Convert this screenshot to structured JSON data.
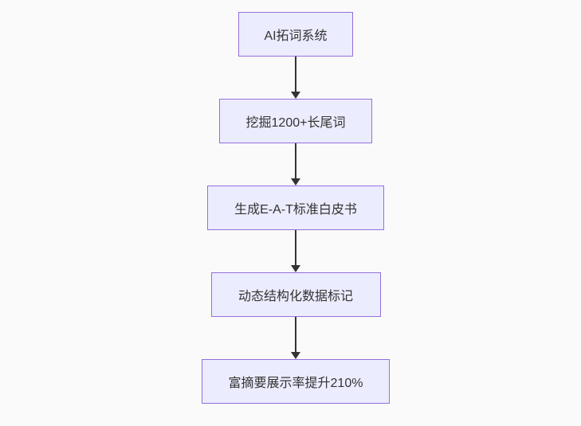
{
  "diagram": {
    "type": "flowchart",
    "direction": "top-down",
    "nodes": [
      {
        "label": "AI拓词系统"
      },
      {
        "label": "挖掘1200+长尾词"
      },
      {
        "label": "生成E-A-T标准白皮书"
      },
      {
        "label": "动态结构化数据标记"
      },
      {
        "label": "富摘要展示率提升210%"
      }
    ],
    "edges": [
      {
        "from": 0,
        "to": 1,
        "style": "arrow-down"
      },
      {
        "from": 1,
        "to": 2,
        "style": "arrow-down"
      },
      {
        "from": 2,
        "to": 3,
        "style": "arrow-down"
      },
      {
        "from": 3,
        "to": 4,
        "style": "arrow-down"
      }
    ],
    "colors": {
      "background": "#fafafa",
      "node_fill": "#ECECFF",
      "node_border": "#9370DB",
      "text": "#333333",
      "arrow": "#333333"
    }
  }
}
